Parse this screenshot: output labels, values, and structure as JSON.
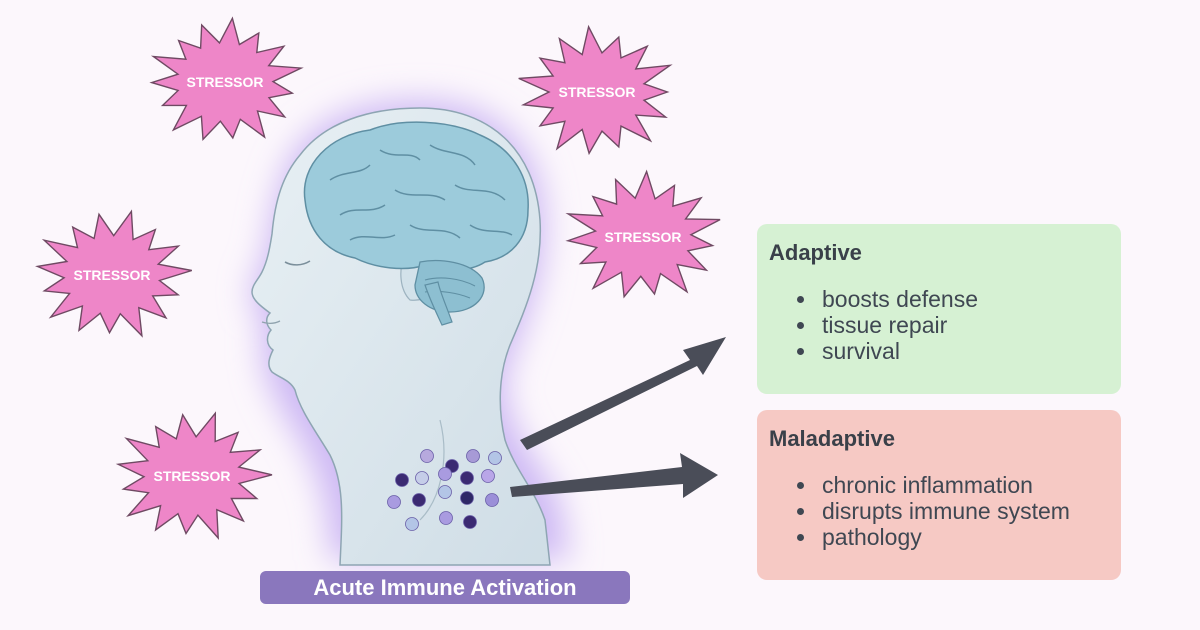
{
  "stressors": [
    {
      "label": "STRESSOR"
    },
    {
      "label": "STRESSOR"
    },
    {
      "label": "STRESSOR"
    },
    {
      "label": "STRESSOR"
    },
    {
      "label": "STRESSOR"
    }
  ],
  "caption": "Acute Immune Activation",
  "outcomes": {
    "adaptive": {
      "title": "Adaptive",
      "items": [
        "boosts defense",
        "tissue repair",
        "survival"
      ]
    },
    "maladaptive": {
      "title": "Maladaptive",
      "items": [
        "chronic inflammation",
        "disrupts immune system",
        "pathology"
      ]
    }
  },
  "colors": {
    "stressor_fill": "#ee86c8",
    "stressor_stroke": "#6f4a63",
    "caption_bg": "#8a77bd",
    "adaptive_bg": "#d6f1d3",
    "maladaptive_bg": "#f6c9c4",
    "arrow": "#4a4d58",
    "head_fill": "#dde8ee",
    "brain_fill": "#9ccbdb",
    "glow": "#cbb6f0"
  },
  "icons": [
    "stressor-starburst-icon",
    "human-head-profile-icon",
    "brain-icon",
    "immune-cell-icon",
    "arrow-icon"
  ]
}
